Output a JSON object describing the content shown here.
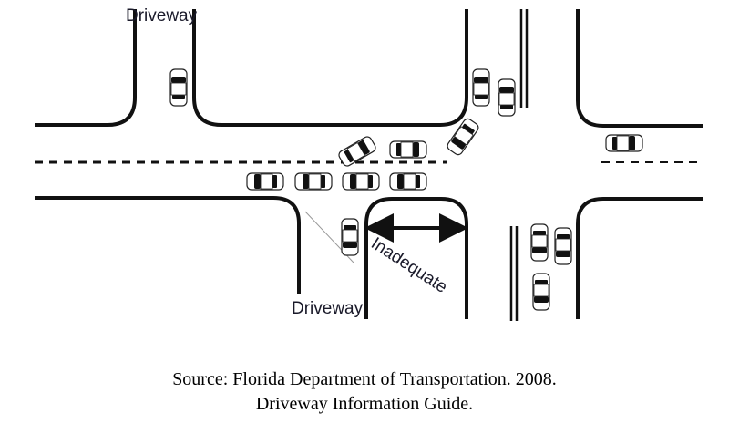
{
  "diagram": {
    "label_driveway_top": "Driveway",
    "label_driveway_bottom": "Driveway",
    "label_inadequate": "Inadequate"
  },
  "caption": {
    "line1": "Source: Florida Department of Transportation. 2008.",
    "line2": "Driveway Information Guide."
  }
}
